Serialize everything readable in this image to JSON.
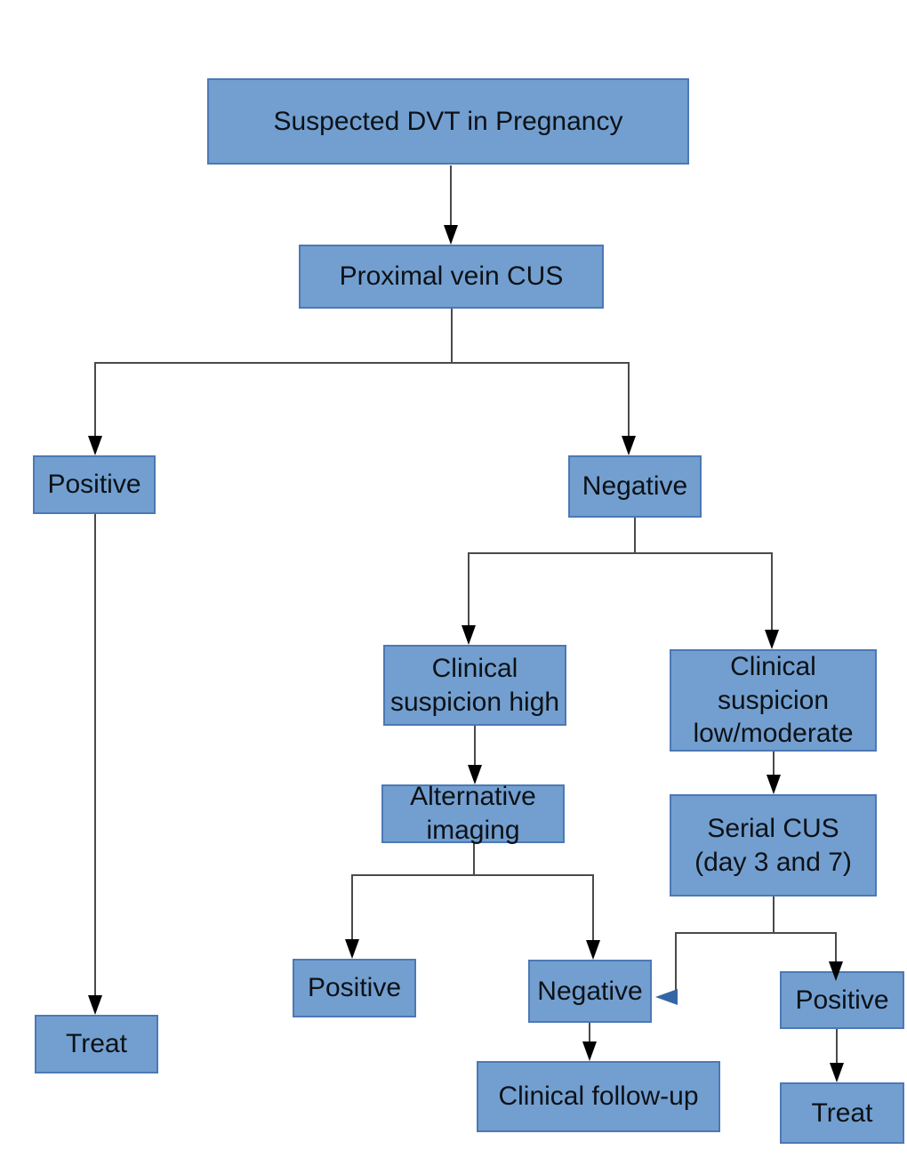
{
  "diagram": {
    "nodes": {
      "suspected": "Suspected DVT in Pregnancy",
      "proximal": "Proximal vein CUS",
      "positive1": "Positive",
      "negative1": "Negative",
      "cs_high": "Clinical\nsuspicion high",
      "cs_low": "Clinical\nsuspicion\nlow/moderate",
      "alt_imaging": "Alternative\nimaging",
      "serial_cus": "Serial CUS\n(day 3 and 7)",
      "positive2": "Positive",
      "negative2": "Negative",
      "followup": "Clinical follow-up",
      "positive3": "Positive",
      "treat_right": "Treat",
      "treat_left": "Treat"
    },
    "colors": {
      "node_fill": "#729fcf",
      "node_border": "#4c79b5",
      "text": "#0d1117",
      "connector": "#4a4a4a",
      "arrowhead": "#000000",
      "loop_arrowhead": "#3465a4",
      "background": "#ffffff"
    }
  }
}
